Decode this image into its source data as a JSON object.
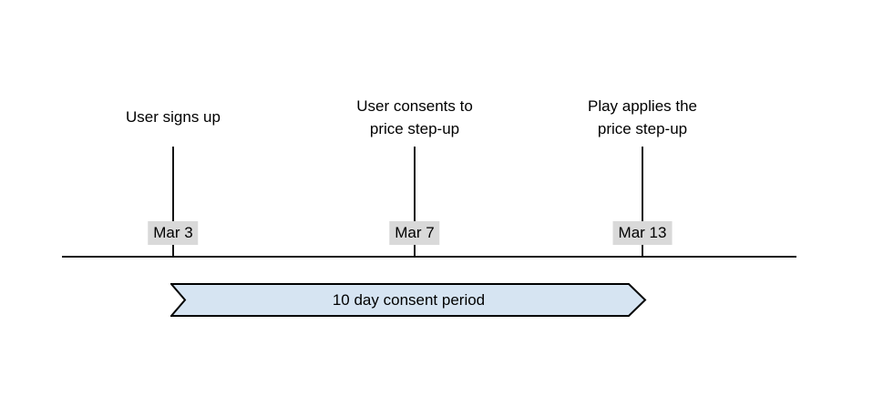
{
  "diagram": {
    "type": "timeline",
    "milestones": [
      {
        "label": "User signs up",
        "date": "Mar 3"
      },
      {
        "label": "User consents to\nprice step-up",
        "date": "Mar 7"
      },
      {
        "label": "Play applies the\nprice step-up",
        "date": "Mar 13"
      }
    ],
    "period": {
      "label": "10 day consent period"
    },
    "colors": {
      "banner_fill": "#d6e4f2",
      "banner_stroke": "#000000",
      "date_chip_bg": "#d9d9d9",
      "line": "#141414"
    }
  }
}
